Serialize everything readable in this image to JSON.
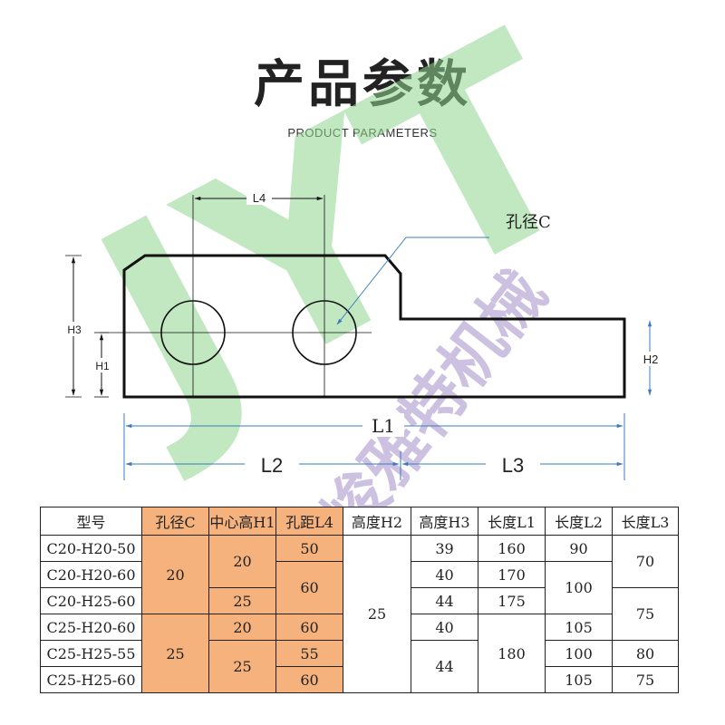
{
  "title": "产品参数",
  "subtitle": "PRODUCT PARAMETERS",
  "watermark": {
    "letters": "JYT",
    "company": "峻雅特机械",
    "letters_color": "#8fd68f",
    "company_color": "#b9a8d6"
  },
  "drawing": {
    "labels": {
      "l4": "L4",
      "hole": "孔径C",
      "h3": "H3",
      "h1": "H1",
      "h2": "H2",
      "l1": "L1",
      "l2": "L2",
      "l3": "L3"
    },
    "dimension_color": "#3a7bbf"
  },
  "table": {
    "highlight_color": "#f5b27d",
    "headers": [
      "型号",
      "孔径C",
      "中心高H1",
      "孔距L4",
      "高度H2",
      "高度H3",
      "长度L1",
      "长度L2",
      "长度L3"
    ],
    "rows": [
      {
        "model": "C20-H20-50",
        "c": "20",
        "h1": "20",
        "l4": "50",
        "h2": "25",
        "h3": "39",
        "l1": "160",
        "l2": "90",
        "l3": "70"
      },
      {
        "model": "C20-H20-60",
        "c": "20",
        "h1": "20",
        "l4": "60",
        "h2": "25",
        "h3": "40",
        "l1": "170",
        "l2": "100",
        "l3": "70"
      },
      {
        "model": "C20-H25-60",
        "c": "20",
        "h1": "25",
        "l4": "60",
        "h2": "25",
        "h3": "44",
        "l1": "175",
        "l2": "100",
        "l3": "75"
      },
      {
        "model": "C25-H20-60",
        "c": "25",
        "h1": "20",
        "l4": "60",
        "h2": "25",
        "h3": "40",
        "l1": "180",
        "l2": "105",
        "l3": "75"
      },
      {
        "model": "C25-H25-55",
        "c": "25",
        "h1": "25",
        "l4": "55",
        "h2": "25",
        "h3": "44",
        "l1": "180",
        "l2": "100",
        "l3": "80"
      },
      {
        "model": "C25-H25-60",
        "c": "25",
        "h1": "25",
        "l4": "60",
        "h2": "25",
        "h3": "44",
        "l1": "180",
        "l2": "105",
        "l3": "75"
      }
    ]
  }
}
